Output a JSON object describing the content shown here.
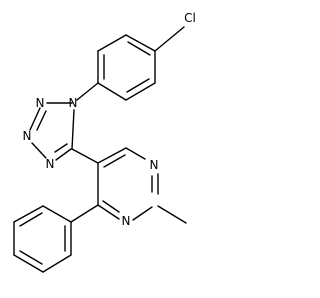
{
  "molecule": {
    "atom_labels": {
      "chlorine": "Cl",
      "tetrazole_n1": "N",
      "tetrazole_n2": "N",
      "tetrazole_n3": "N",
      "tetrazole_n4": "N",
      "pyrimidine_n1": "N",
      "pyrimidine_n3": "N"
    }
  },
  "colors": {
    "bond": "#000000",
    "background": "#ffffff"
  }
}
